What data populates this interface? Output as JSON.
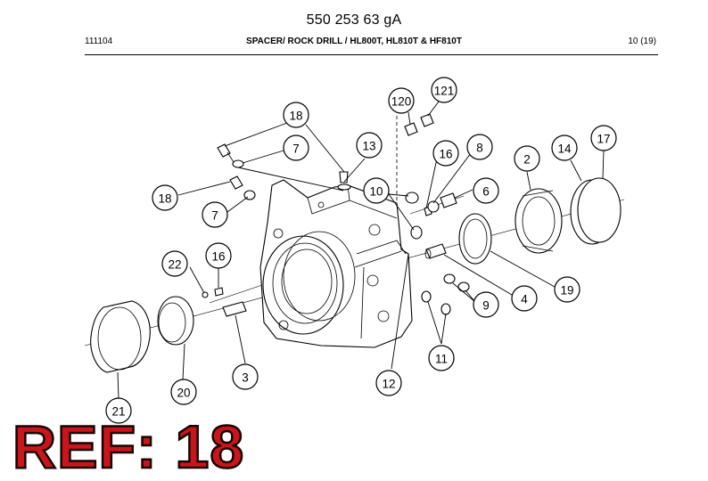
{
  "header": {
    "doc_number": "550 253 63 gA",
    "code": "111104",
    "title": "SPACER/ ROCK DRILL / HL800T, HL810T & HF810T",
    "page": "10 (19)"
  },
  "ref_label": "REF: 18",
  "callouts": [
    {
      "id": "c-120",
      "label": "120"
    },
    {
      "id": "c-121",
      "label": "121"
    },
    {
      "id": "c-18a",
      "label": "18"
    },
    {
      "id": "c-7a",
      "label": "7"
    },
    {
      "id": "c-13",
      "label": "13"
    },
    {
      "id": "c-16a",
      "label": "16"
    },
    {
      "id": "c-8",
      "label": "8"
    },
    {
      "id": "c-2",
      "label": "2"
    },
    {
      "id": "c-14",
      "label": "14"
    },
    {
      "id": "c-17",
      "label": "17"
    },
    {
      "id": "c-10",
      "label": "10"
    },
    {
      "id": "c-6",
      "label": "6"
    },
    {
      "id": "c-18b",
      "label": "18"
    },
    {
      "id": "c-7b",
      "label": "7"
    },
    {
      "id": "c-22",
      "label": "22"
    },
    {
      "id": "c-16b",
      "label": "16"
    },
    {
      "id": "c-4",
      "label": "4"
    },
    {
      "id": "c-19",
      "label": "19"
    },
    {
      "id": "c-9",
      "label": "9"
    },
    {
      "id": "c-3",
      "label": "3"
    },
    {
      "id": "c-11",
      "label": "11"
    },
    {
      "id": "c-12",
      "label": "12"
    },
    {
      "id": "c-20",
      "label": "20"
    },
    {
      "id": "c-21",
      "label": "21"
    }
  ]
}
